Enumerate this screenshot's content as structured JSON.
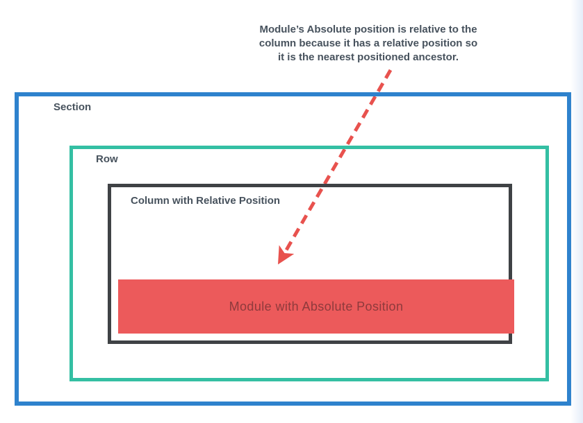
{
  "annotation": {
    "lines": [
      "Module’s Absolute position is relative to the",
      "column because it has a relative position so",
      "it is the nearest positioned ancestor."
    ],
    "text_color": "#47525d"
  },
  "diagram": {
    "section": {
      "label": "Section",
      "border_color": "#2e82cd",
      "label_color": "#47525d"
    },
    "row": {
      "label": "Row",
      "border_color": "#34bfa3",
      "label_color": "#47525d"
    },
    "column": {
      "label": "Column with Relative Position",
      "border_color": "#3f4245",
      "label_color": "#47525d"
    },
    "module": {
      "label": "Module with Absolute Position",
      "bg_color": "#ec5a5b",
      "text_color": "#8e3a3c"
    },
    "arrow": {
      "color": "#e8524e",
      "style": "dashed"
    }
  },
  "page": {
    "background_color": "#ffffff",
    "right_edge_tint": "#e5edf9"
  }
}
